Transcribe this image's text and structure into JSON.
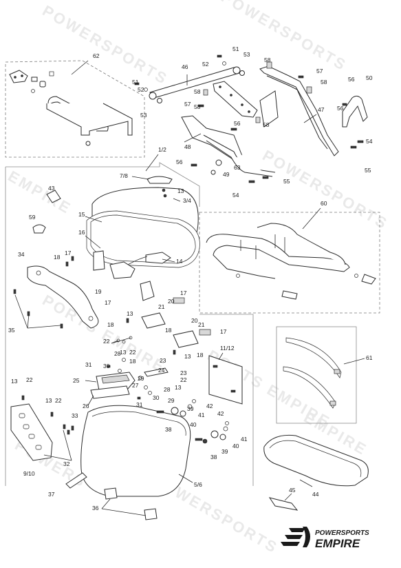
{
  "watermark": {
    "word1": "POWERSPORTS",
    "word2": "EMPIRE",
    "word3": "POWERS",
    "word4": "PORTS EMPIRE"
  },
  "logo": {
    "line1": "POWERSPORTS",
    "line2": "EMPIRE"
  },
  "labels": {
    "p62": "62",
    "p51a": "51",
    "p52a": "52",
    "p53a": "53",
    "p46": "46",
    "p51b": "51",
    "p52b": "52",
    "p53b": "53",
    "p58a": "58",
    "p57a": "57",
    "p58b": "58",
    "p58c": "58",
    "p58d": "58",
    "p57b": "57",
    "p56a": "56",
    "p50": "50",
    "p56b": "56",
    "p47": "47",
    "p56c": "56",
    "p48": "48",
    "p54a": "54",
    "p56d": "56",
    "p63": "63",
    "p49": "49",
    "p55a": "55",
    "p55b": "55",
    "p54b": "54",
    "p1_2": "1/2",
    "p7_8": "7/8",
    "p13a": "13",
    "p3_4": "3/4",
    "p43": "43",
    "p15": "15",
    "p60": "60",
    "p59": "59",
    "p16": "16",
    "p14": "14",
    "p34": "34",
    "p17a": "17",
    "p18a": "18",
    "p19": "19",
    "p17b": "17",
    "p18b": "18",
    "p21a": "21",
    "p20a": "20",
    "p17c": "17",
    "p13b": "13",
    "p20b": "20",
    "p35": "35",
    "p18c": "18",
    "p18d": "18",
    "p21b": "21",
    "p17d": "17",
    "p22a": "22",
    "p11_12": "11/12",
    "p28": "28",
    "p13c": "13",
    "p22b": "22",
    "p23a": "23",
    "p13d": "13",
    "p18e": "18",
    "p31a": "31",
    "p30a": "30",
    "p24": "24",
    "p23b": "23",
    "p29a": "29",
    "p22c": "22",
    "p25": "25",
    "p27": "27",
    "p13e": "13",
    "p28b": "28",
    "p31b": "31",
    "p30b": "30",
    "p26": "26",
    "p29b": "29",
    "p13f": "13",
    "p22d": "22",
    "p13g": "13",
    "p22e": "22",
    "p39a": "39",
    "p41a": "41",
    "p42a": "42",
    "p42b": "42",
    "p38a": "38",
    "p40a": "40",
    "p33": "33",
    "p41b": "41",
    "p39b": "39",
    "p40b": "40",
    "p38b": "38",
    "p32": "32",
    "p9_10": "9/10",
    "p5_6": "5/6",
    "p37": "37",
    "p61": "61",
    "p45": "45",
    "p44": "44",
    "p36": "36"
  }
}
